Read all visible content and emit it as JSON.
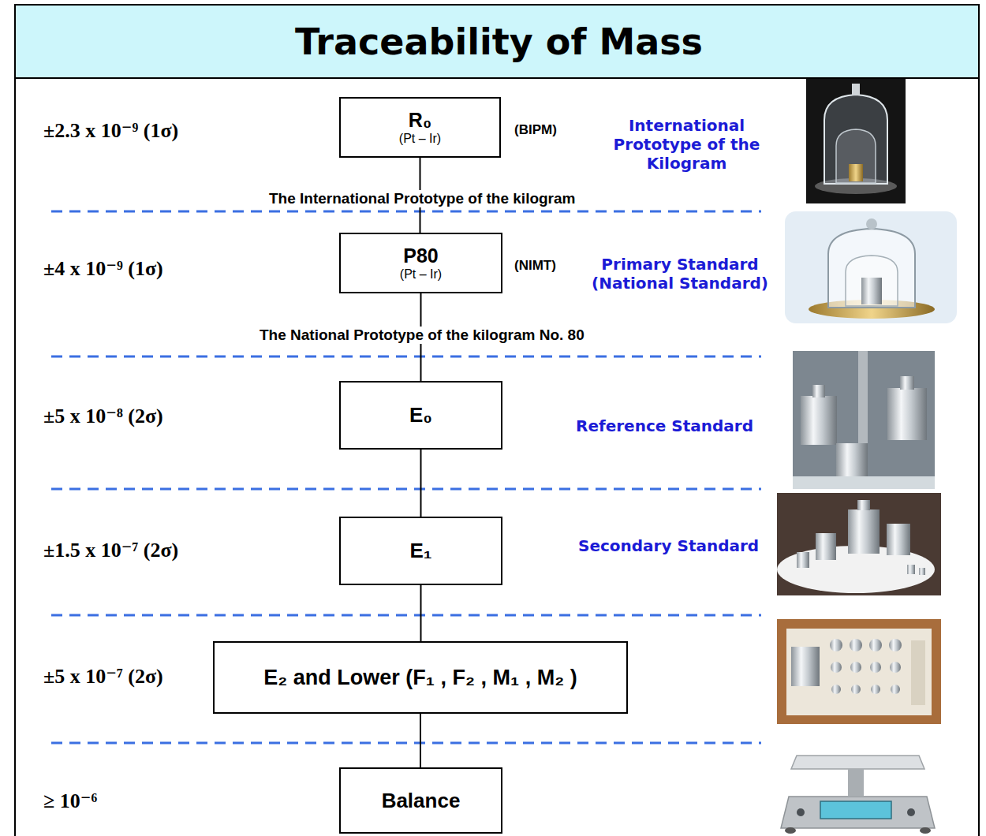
{
  "diagram": {
    "title": "Traceability of Mass",
    "nodes": [
      {
        "text": [
          "R₀",
          "(Pt – Ir)"
        ]
      },
      {
        "text": [
          "P80",
          "(Pt – Ir)"
        ]
      },
      {
        "text": [
          "E₀"
        ]
      },
      {
        "text": [
          "E₁"
        ]
      },
      {
        "text": [
          "E₂ and Lower (F₁ , F₂ , M₁ , M₂ )"
        ]
      },
      {
        "text": [
          "Balance"
        ]
      }
    ],
    "edges": [
      {
        "from": 0,
        "to": 1,
        "arrow": "none"
      },
      {
        "from": 1,
        "to": 2,
        "arrow": "none"
      },
      {
        "from": 2,
        "to": 3,
        "arrow": "none"
      },
      {
        "from": 3,
        "to": 4,
        "arrow": "none"
      },
      {
        "from": 4,
        "to": 5,
        "arrow": "none"
      }
    ],
    "labels": [
      "±2.3 x 10⁻⁹ (1σ)",
      "(BIPM)",
      "International Prototype of the Kilogram",
      "The International Prototype of the kilogram",
      "±4 x 10⁻⁹ (1σ)",
      "(NIMT)",
      "Primary Standard (National Standard)",
      "The National Prototype of the kilogram No. 80",
      "±5 x 10⁻⁸ (2σ)",
      "Reference Standard",
      "±1.5 x 10⁻⁷ (2σ)",
      "Secondary Standard",
      "±5 x 10⁻⁷ (2σ)",
      "≥ 10⁻⁶"
    ]
  }
}
